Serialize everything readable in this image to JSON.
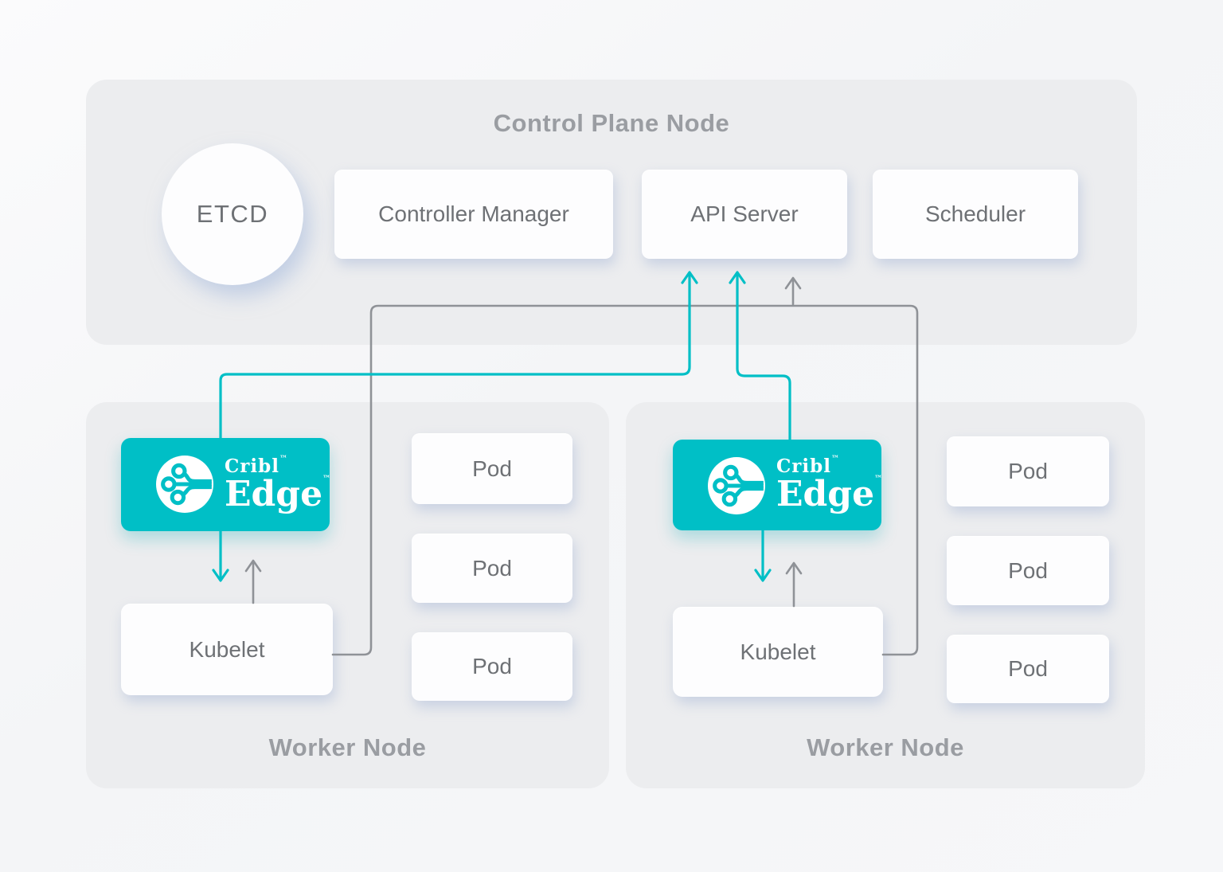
{
  "colors": {
    "teal": "#00bfc6",
    "gray_line": "#8f9297",
    "node_fill": "#ecedef",
    "card_fill": "#fdfdfe",
    "text_gray": "#6e7175",
    "title_gray": "#9a9da2",
    "page_bg": "#f5f6f8",
    "logo_text": "#ffffff"
  },
  "control_plane": {
    "title": "Control Plane Node",
    "etcd": {
      "label": "ETCD"
    },
    "components": [
      {
        "label": "Controller Manager"
      },
      {
        "label": "API Server"
      },
      {
        "label": "Scheduler"
      }
    ]
  },
  "workers": [
    {
      "title": "Worker Node",
      "cribl_edge": {
        "icon": "cribl-edge-logo-icon",
        "brand": "Cribl",
        "brand_mark": "™",
        "product": "Edge",
        "product_mark": "™"
      },
      "kubelet": {
        "label": "Kubelet"
      },
      "pods": [
        {
          "label": "Pod"
        },
        {
          "label": "Pod"
        },
        {
          "label": "Pod"
        }
      ]
    },
    {
      "title": "Worker Node",
      "cribl_edge": {
        "icon": "cribl-edge-logo-icon",
        "brand": "Cribl",
        "brand_mark": "™",
        "product": "Edge",
        "product_mark": "™"
      },
      "kubelet": {
        "label": "Kubelet"
      },
      "pods": [
        {
          "label": "Pod"
        },
        {
          "label": "Pod"
        },
        {
          "label": "Pod"
        }
      ]
    }
  ],
  "connections": [
    {
      "from": "cribl-edge-worker-1",
      "to": "api-server",
      "style": "teal",
      "direction": "up"
    },
    {
      "from": "cribl-edge-worker-2",
      "to": "api-server",
      "style": "teal",
      "direction": "up"
    },
    {
      "from": "kubelet-worker-1",
      "to": "api-server",
      "style": "gray",
      "direction": "up"
    },
    {
      "from": "kubelet-worker-2",
      "to": "api-server",
      "style": "gray",
      "direction": "up"
    },
    {
      "from": "cribl-edge-worker-1",
      "to": "kubelet-worker-1",
      "style": "teal",
      "direction": "down"
    },
    {
      "from": "kubelet-worker-1",
      "to": "cribl-edge-worker-1",
      "style": "gray",
      "direction": "up"
    },
    {
      "from": "cribl-edge-worker-2",
      "to": "kubelet-worker-2",
      "style": "teal",
      "direction": "down"
    },
    {
      "from": "kubelet-worker-2",
      "to": "cribl-edge-worker-2",
      "style": "gray",
      "direction": "up"
    }
  ]
}
